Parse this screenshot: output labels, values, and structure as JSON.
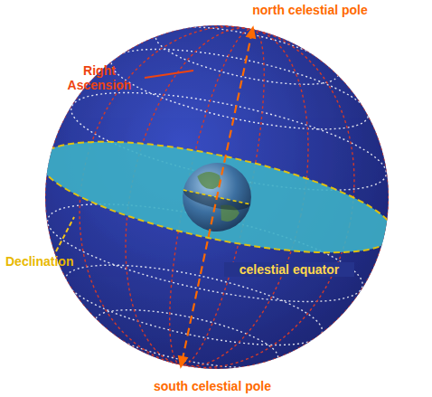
{
  "diagram": {
    "labels": [
      "north celestial pole",
      "Right Ascension",
      "Declination",
      "celestial equator",
      "south celestial pole"
    ]
  }
}
